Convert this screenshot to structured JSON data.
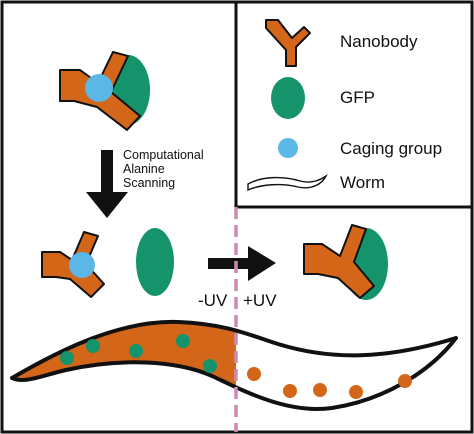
{
  "legend": {
    "items": [
      {
        "id": "nanobody",
        "label": "Nanobody",
        "icon": "nanobody-icon"
      },
      {
        "id": "gfp",
        "label": "GFP",
        "icon": "gfp-icon"
      },
      {
        "id": "caging",
        "label": "Caging group",
        "icon": "caging-group-icon"
      },
      {
        "id": "worm",
        "label": "Worm",
        "icon": "worm-icon"
      }
    ]
  },
  "process": {
    "step_lines": [
      "Computational",
      "Alanine",
      "Scanning"
    ],
    "minus_uv": "-UV",
    "plus_uv": "+UV"
  },
  "colors": {
    "nanobody": "#d4661a",
    "gfp": "#15936b",
    "caging": "#5ab7e6",
    "divider": "#c98ab4",
    "outline": "#111111"
  }
}
